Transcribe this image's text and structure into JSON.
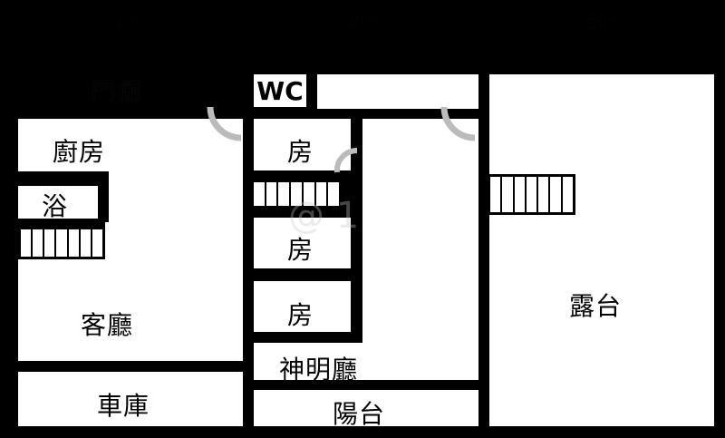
{
  "floors": {
    "f1": "1F",
    "f2": "2F",
    "f3": "3F"
  },
  "rooms": {
    "open_area_1f": "門廊",
    "kitchen": "廚房",
    "bath": "浴",
    "living": "客廳",
    "garage": "車庫",
    "wc": "WC",
    "room_a": "房",
    "room_b": "房",
    "room_c": "房",
    "shrine_hall": "神明廳",
    "balcony": "陽台",
    "terrace": "露台"
  },
  "watermark": "@ 1"
}
